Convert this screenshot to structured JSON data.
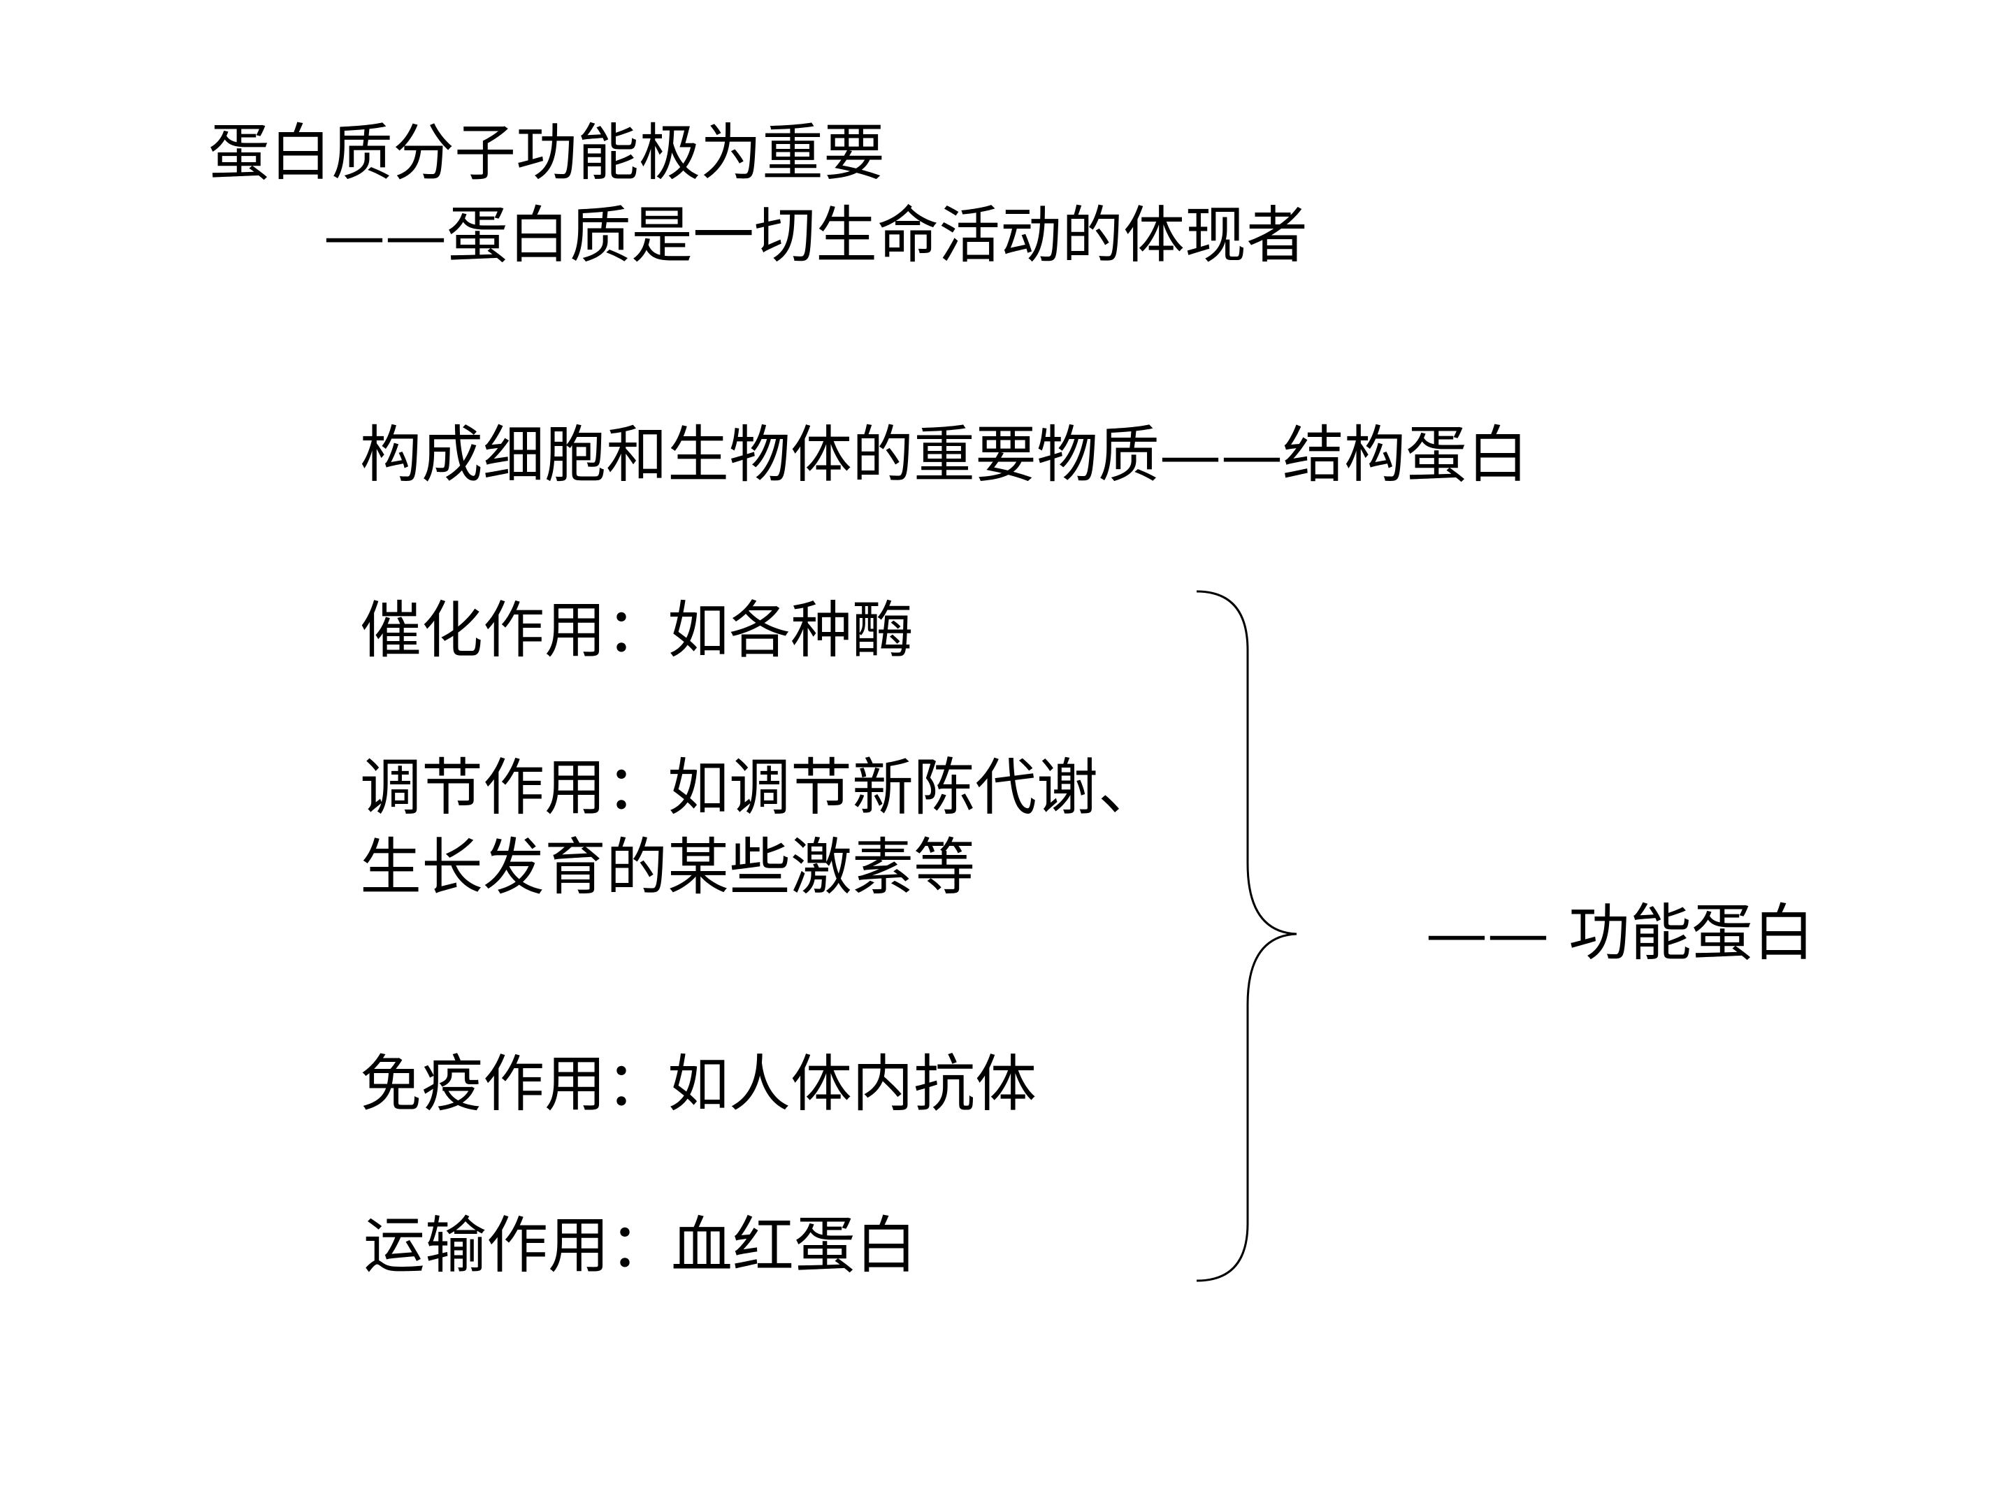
{
  "title": {
    "line1": "蛋白质分子功能极为重要",
    "line2": "——蛋白质是一切生命活动的体现者"
  },
  "structural": {
    "text": "构成细胞和生物体的重要物质——结构蛋白"
  },
  "functions": {
    "catalysis": "催化作用：如各种酶",
    "regulation_line1": "调节作用：如调节新陈代谢、",
    "regulation_line2": "生长发育的某些激素等",
    "immunity": "免疫作用：如人体内抗体",
    "transport": "运输作用：血红蛋白"
  },
  "bracket_label": "—— 功能蛋白"
}
